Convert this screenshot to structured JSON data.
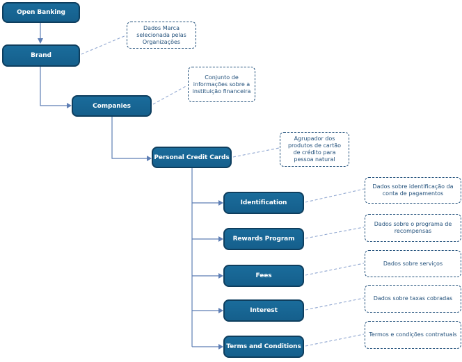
{
  "diagram": {
    "language": "pt-BR / en",
    "colors": {
      "node_fill": "#1a6c9b",
      "node_border": "#0e3e5e",
      "node_text": "#ffffff",
      "connector": "#5d7eb5",
      "dashed_connector": "#8fa6d0",
      "annotation_border": "#1f4e79",
      "annotation_text": "#1f4e79",
      "background": "#ffffff"
    },
    "nodes": {
      "open_banking": {
        "label": "Open Banking"
      },
      "brand": {
        "label": "Brand"
      },
      "companies": {
        "label": "Companies"
      },
      "personal_credit_cards": {
        "label": "Personal Credit Cards"
      },
      "identification": {
        "label": "Identification"
      },
      "rewards_program": {
        "label": "Rewards Program"
      },
      "fees": {
        "label": "Fees"
      },
      "interest": {
        "label": "Interest"
      },
      "terms_and_conditions": {
        "label": "Terms and Conditions"
      }
    },
    "annotations": {
      "brand": {
        "text": "Dados Marca selecionada pelas Organizações"
      },
      "companies": {
        "text": "Conjunto de informações sobre a instituição financeira"
      },
      "personal_credit_cards": {
        "text": "Agrupador dos produtos de cartão de crédito para pessoa natural"
      },
      "identification": {
        "text": "Dados sobre identificação da conta de pagamentos"
      },
      "rewards_program": {
        "text": "Dados sobre o programa de recompensas"
      },
      "fees": {
        "text": "Dados sobre serviços"
      },
      "interest": {
        "text": "Dados sobre taxas cobradas"
      },
      "terms_and_conditions": {
        "text": "Termos e condições contratuais"
      }
    },
    "structure": {
      "root": "Open Banking",
      "edges": [
        [
          "Open Banking",
          "Brand"
        ],
        [
          "Brand",
          "Companies"
        ],
        [
          "Companies",
          "Personal Credit Cards"
        ],
        [
          "Personal Credit Cards",
          "Identification"
        ],
        [
          "Personal Credit Cards",
          "Rewards Program"
        ],
        [
          "Personal Credit Cards",
          "Fees"
        ],
        [
          "Personal Credit Cards",
          "Interest"
        ],
        [
          "Personal Credit Cards",
          "Terms and Conditions"
        ]
      ]
    }
  }
}
